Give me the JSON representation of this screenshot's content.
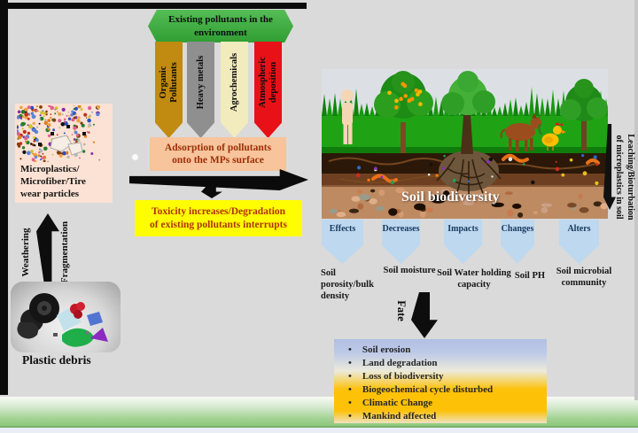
{
  "figure": {
    "banner": "Existing pollutants in the environment",
    "ribbons": [
      {
        "lines": [
          "Organic",
          "Pollutants"
        ],
        "color": "#C18A10"
      },
      {
        "lines": [
          "Heavy metals"
        ],
        "color": "#8F8F8F"
      },
      {
        "lines": [
          "Agrochemicals"
        ],
        "color": "#F2EBBE"
      },
      {
        "lines": [
          "Atmospheric",
          "deposition"
        ],
        "color": "#E81118"
      }
    ],
    "microplastics_lines": [
      "Microplastics/",
      "Microfiber/Tire",
      "wear particles"
    ],
    "weathering": "Weathering",
    "fragmentation": "Fragmentation",
    "plastic_debris": "Plastic debris",
    "adsorption": "Adsorption of pollutants onto the MPs surface",
    "toxicity_lines": [
      "Toxicity increases/Degradation",
      "of existing pollutants interrupts"
    ],
    "soil_caption": "Soil biodiversity",
    "leaching_lines": [
      "Leaching/Bioturbation",
      "of microplastics in soil"
    ],
    "chevrons": [
      {
        "verb": "Effects",
        "target": "Soil porosity/bulk density"
      },
      {
        "verb": "Decreases",
        "target": "Soil moisture"
      },
      {
        "verb": "Impacts",
        "target": "Soil Water holding capacity"
      },
      {
        "verb": "Changes",
        "target": "Soil PH"
      },
      {
        "verb": "Alters",
        "target": "Soil microbial community"
      }
    ],
    "fate": "Fate",
    "outcomes": [
      "Soil erosion",
      "Land degradation",
      "Loss of biodiversity",
      "Biogeochemical cycle disturbed",
      "Climatic Change",
      "Mankind affected"
    ],
    "colors": {
      "background": "#DADADA",
      "banner_green": "#3FAE3F",
      "peach_box": "#F7C49B",
      "panel_peach": "#FBE2D4",
      "toxicity_yellow": "#FFFF00",
      "heading_red": "#9C2F08",
      "chevron_blue": "#BED8EF",
      "chevron_text": "#17375E",
      "outcome_top_blue": "#B1BFE3",
      "outcome_orange": "#FDC108",
      "strip_green": "#8CC87C",
      "grass_green": "#1FA315",
      "soil_dark": "#2B1808",
      "soil_mid": "#6E3F20",
      "soil_pebble": "#BD8A62"
    }
  }
}
